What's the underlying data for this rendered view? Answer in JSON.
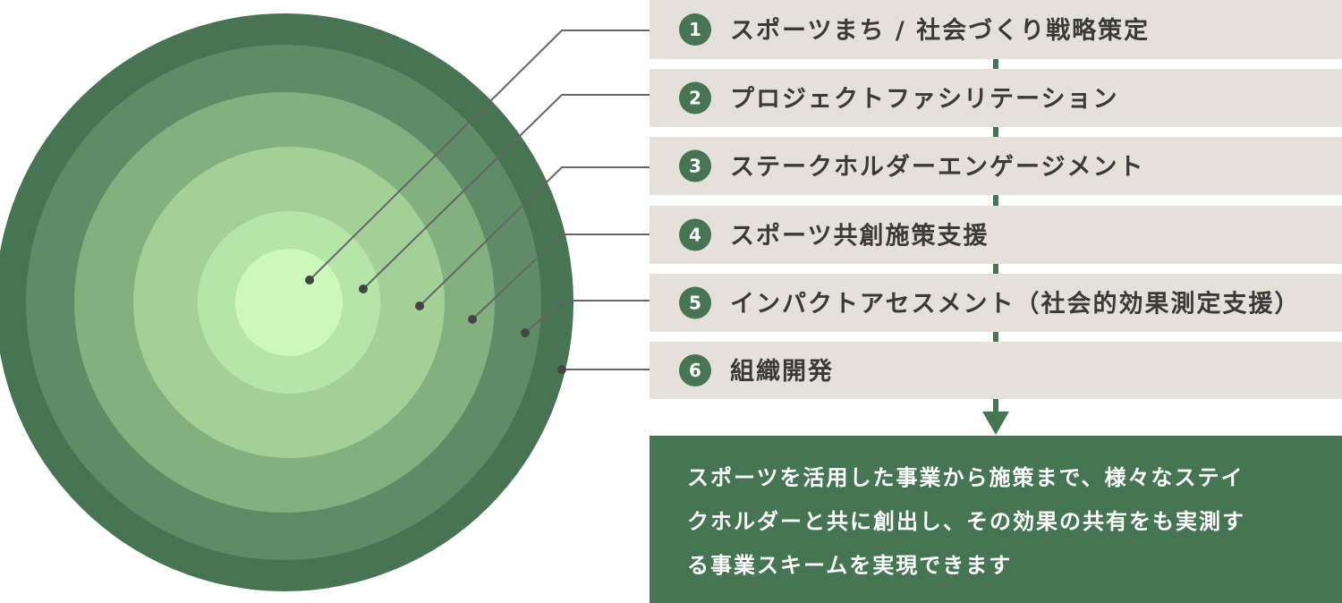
{
  "colors": {
    "ring_fills": [
      "#477452",
      "#5f8c66",
      "#82b07e",
      "#a2d097",
      "#b6e5a9",
      "#ccf8bb"
    ],
    "bar_bg": "#e5e1da",
    "badge_bg": "#477452",
    "connector": "#666666",
    "dot": "#444444",
    "flow_line": "#467553",
    "summary_bg": "#467553"
  },
  "services": [
    {
      "number": "1",
      "label": "スポーツまち / 社会づくり戦略策定"
    },
    {
      "number": "2",
      "label": "プロジェクトファシリテーション"
    },
    {
      "number": "3",
      "label": "ステークホルダーエンゲージメント"
    },
    {
      "number": "4",
      "label": "スポーツ共創施策支援"
    },
    {
      "number": "5",
      "label": "インパクトアセスメント（社会的効果測定支援）"
    },
    {
      "number": "6",
      "label": "組織開発"
    }
  ],
  "summary": {
    "lines": [
      "スポーツを活用した事業から施策まで、様々なステイ",
      "クホルダーと共に創出し、その効果の共有をも実測す",
      "る事業スキームを実現できます"
    ]
  }
}
